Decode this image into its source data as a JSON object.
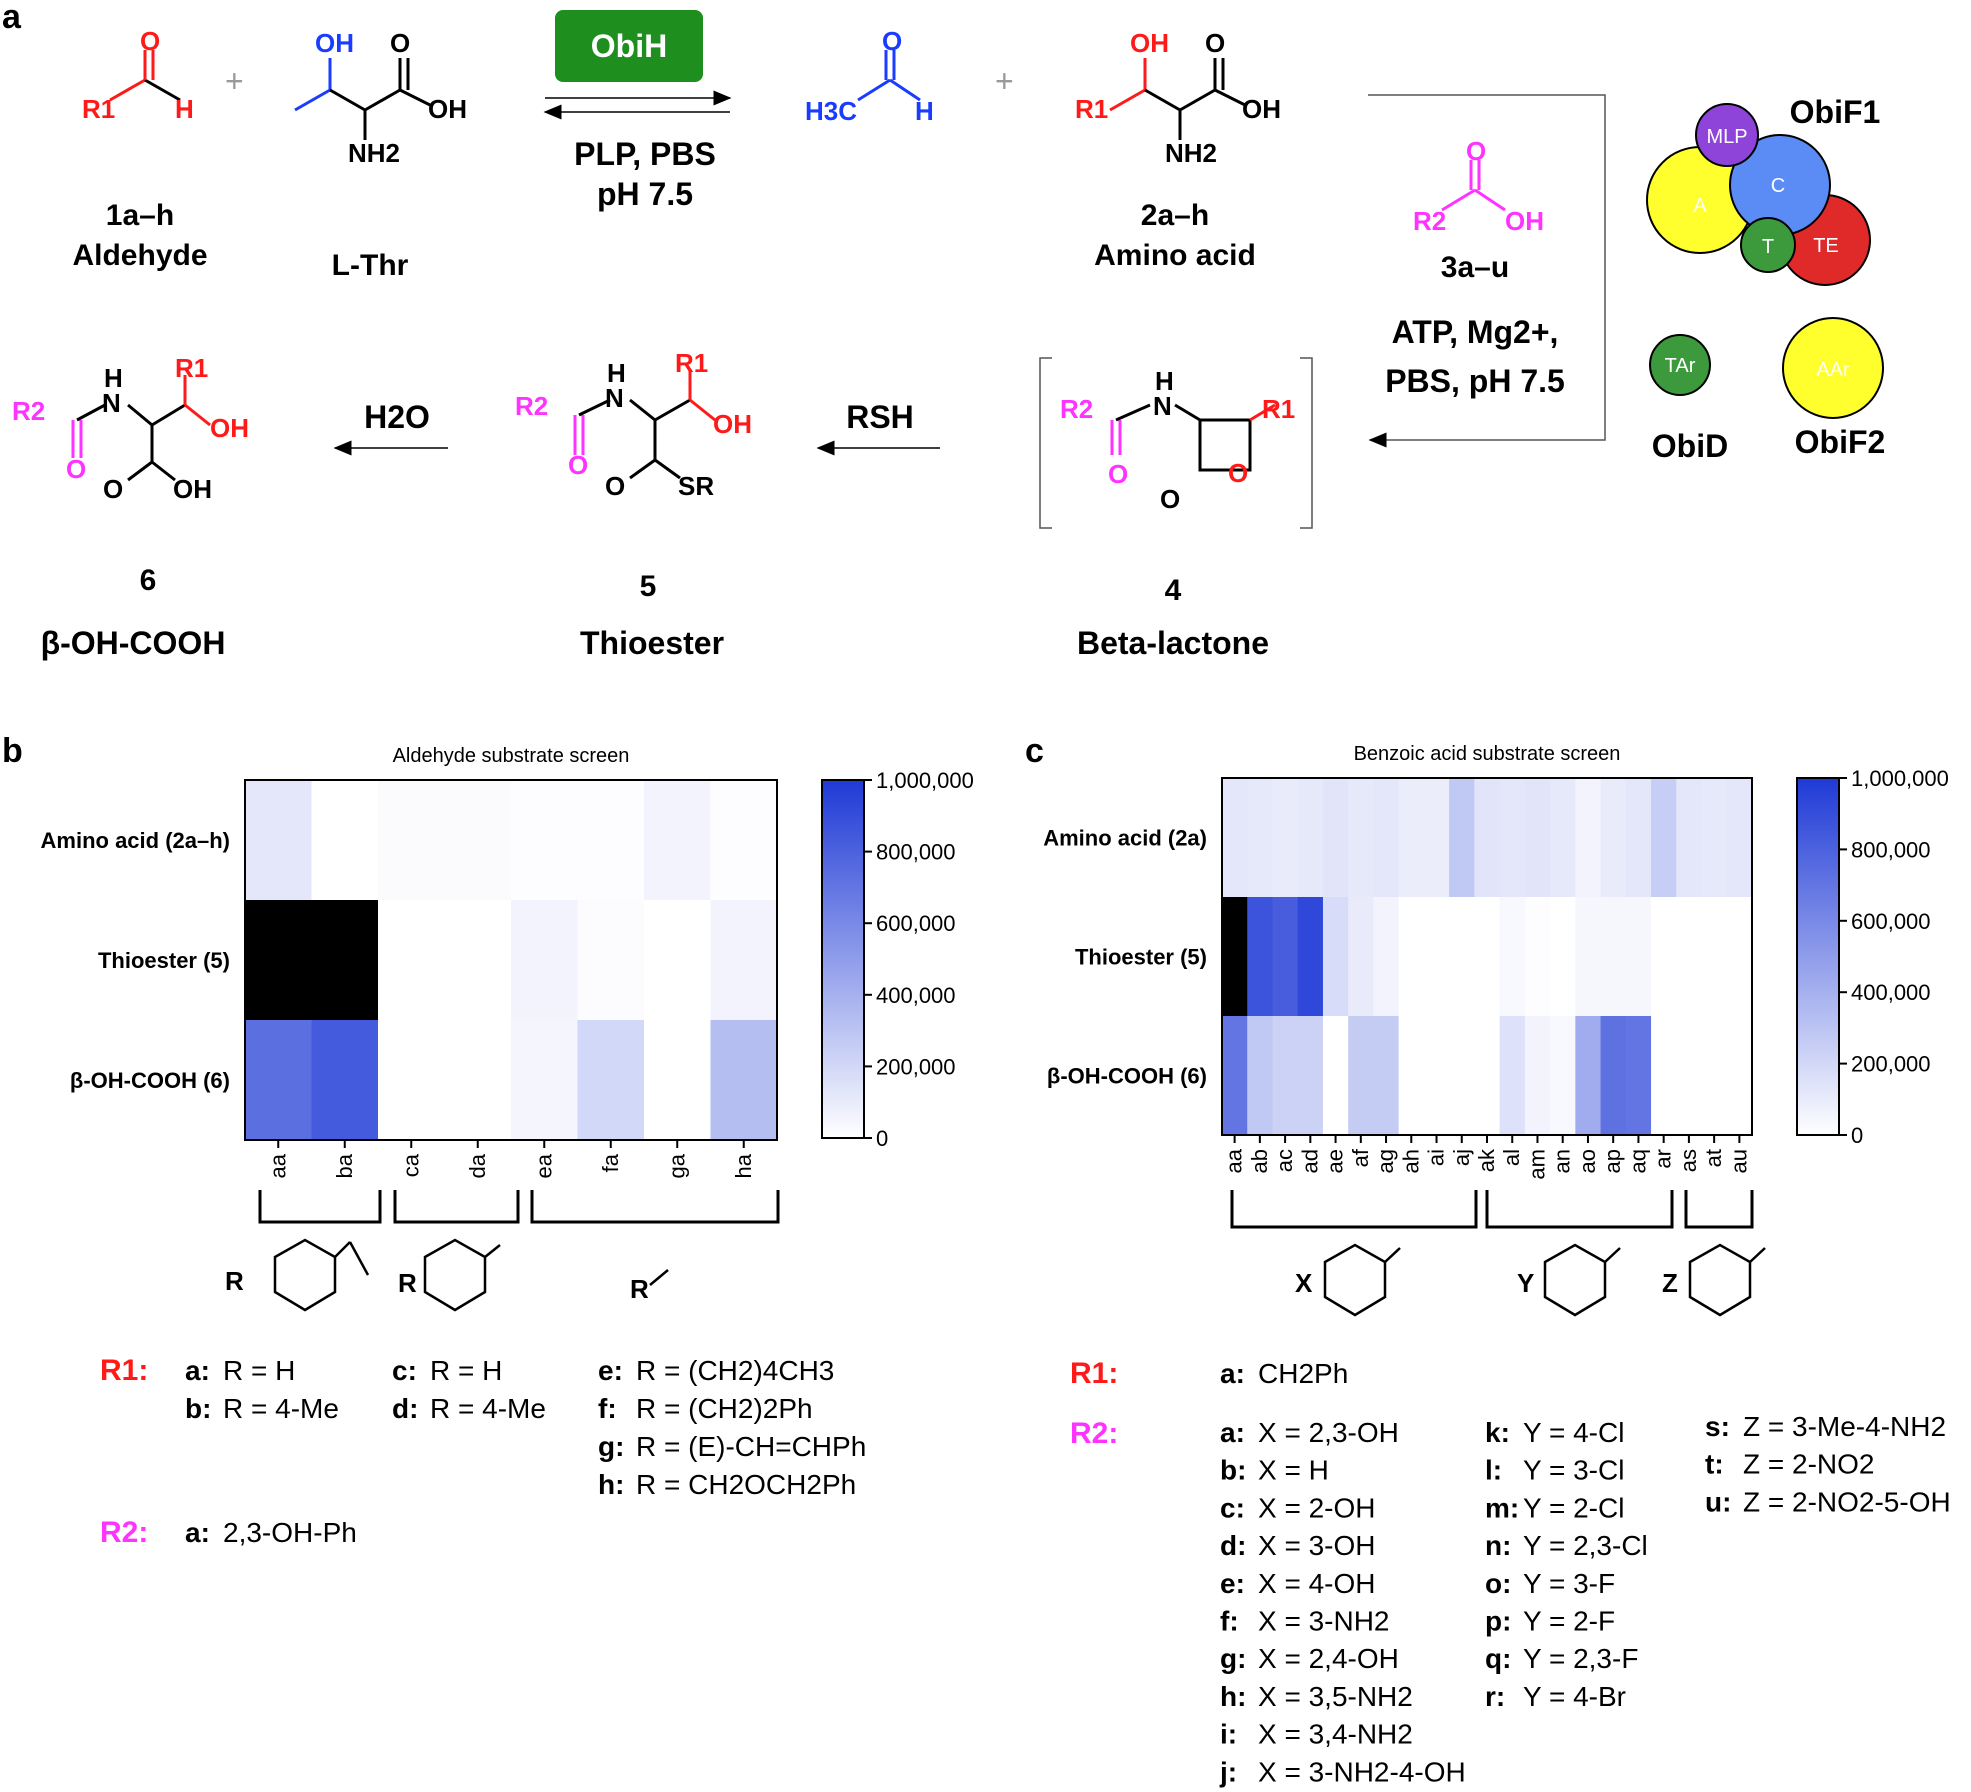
{
  "panel_a": {
    "label": "a",
    "enzyme_box": "ObiH",
    "condition_1": "PLP, PBS",
    "condition_2": "pH 7.5",
    "plus": "+",
    "compounds": {
      "aldehyde_num": "1a–h",
      "aldehyde_name": "Aldehyde",
      "thr_name": "L-Thr",
      "amino_acid_num": "2a–h",
      "amino_acid_name": "Amino acid",
      "acid_num": "3a–u",
      "lactone_num": "4",
      "lactone_name": "Beta-lactone",
      "thioester_num": "5",
      "thioester_name": "Thioester",
      "hydroxyacid_num": "6",
      "hydroxyacid_name": "β-OH-COOH"
    },
    "atp_condition_1": "ATP, Mg2+,",
    "atp_condition_2": "PBS, pH 7.5",
    "rsh": "RSH",
    "water": "H2O",
    "atoms": {
      "O": "O",
      "H": "H",
      "OH": "OH",
      "NH2": "NH2",
      "NH": "H",
      "N": "N",
      "R1": "R1",
      "R2": "R2",
      "SR": "SR",
      "H3C": "H3C"
    },
    "domains": {
      "obif1_label": "ObiF1",
      "mlp": "MLP",
      "c": "C",
      "a": "A",
      "t": "T",
      "te": "TE",
      "obid_label": "ObiD",
      "obid_domain": "TAr",
      "obif2_label": "ObiF2",
      "obif2_domain": "AAr"
    },
    "colors": {
      "red": "#ff1a1a",
      "blue": "#1a3cff",
      "magenta": "#ff33ff",
      "green": "#1e8f1e",
      "purple": "#8e44d8",
      "lightblue": "#5b8cf5",
      "yellow": "#ffff2e",
      "darkred": "#e02a2a"
    }
  },
  "panel_b": {
    "label": "b",
    "legend_r1": "R1:",
    "legend_r2": "R2:",
    "r1_items": [
      {
        "k": "a:",
        "v": "R = H"
      },
      {
        "k": "b:",
        "v": "R = 4-Me"
      },
      {
        "k": "c:",
        "v": "R = H"
      },
      {
        "k": "d:",
        "v": "R = 4-Me"
      },
      {
        "k": "e:",
        "v": "R = (CH2)4CH3"
      },
      {
        "k": "f:",
        "v": "R = (CH2)2Ph"
      },
      {
        "k": "g:",
        "v": "R = (E)-CH=CHPh"
      },
      {
        "k": "h:",
        "v": "R = CH2OCH2Ph"
      }
    ],
    "r2_items": [
      {
        "k": "a:",
        "v": "2,3-OH-Ph"
      }
    ],
    "struct_labels": {
      "r": "R"
    }
  },
  "panel_c": {
    "label": "c",
    "legend_r1": "R1:",
    "legend_r2": "R2:",
    "r1_items": [
      {
        "k": "a:",
        "v": "CH2Ph"
      }
    ],
    "r2_col1": [
      {
        "k": "a:",
        "v": "X = 2,3-OH"
      },
      {
        "k": "b:",
        "v": "X = H"
      },
      {
        "k": "c:",
        "v": "X = 2-OH"
      },
      {
        "k": "d:",
        "v": "X = 3-OH"
      },
      {
        "k": "e:",
        "v": "X = 4-OH"
      },
      {
        "k": "f:",
        "v": "X = 3-NH2"
      },
      {
        "k": "g:",
        "v": "X = 2,4-OH"
      },
      {
        "k": "h:",
        "v": "X = 3,5-NH2"
      },
      {
        "k": "i:",
        "v": "X = 3,4-NH2"
      },
      {
        "k": "j:",
        "v": "X = 3-NH2-4-OH"
      }
    ],
    "r2_col2": [
      {
        "k": "k:",
        "v": "Y = 4-Cl"
      },
      {
        "k": "l:",
        "v": "Y = 3-Cl"
      },
      {
        "k": "m:",
        "v": "Y = 2-Cl"
      },
      {
        "k": "n:",
        "v": "Y = 2,3-Cl"
      },
      {
        "k": "o:",
        "v": "Y = 3-F"
      },
      {
        "k": "p:",
        "v": "Y = 2-F"
      },
      {
        "k": "q:",
        "v": "Y = 2,3-F"
      },
      {
        "k": "r:",
        "v": "Y = 4-Br"
      }
    ],
    "r2_col3": [
      {
        "k": "s:",
        "v": "Z = 3-Me-4-NH2"
      },
      {
        "k": "t:",
        "v": "Z = 2-NO2"
      },
      {
        "k": "u:",
        "v": "Z = 2-NO2-5-OH"
      }
    ],
    "struct_labels": {
      "x": "X",
      "y": "Y",
      "z": "Z"
    }
  },
  "chart_data": [
    {
      "type": "heatmap",
      "title": "Aldehyde substrate screen",
      "rows": [
        "Amino acid (2a–h)",
        "Thioester (5)",
        "β-OH-COOH (6)"
      ],
      "columns": [
        "aa",
        "ba",
        "ca",
        "da",
        "ea",
        "fa",
        "ga",
        "ha"
      ],
      "values": [
        [
          120000,
          0,
          20000,
          20000,
          10000,
          10000,
          60000,
          10000
        ],
        [
          null,
          null,
          0,
          0,
          60000,
          15000,
          0,
          60000
        ],
        [
          730000,
          830000,
          0,
          0,
          50000,
          200000,
          0,
          330000
        ]
      ],
      "saturated_cells": [
        [
          1,
          0
        ],
        [
          1,
          1
        ]
      ],
      "colorbar": {
        "min": 0,
        "max": 1000000,
        "ticks": [
          "0",
          "200,000",
          "400,000",
          "600,000",
          "800,000",
          "1,000,000"
        ]
      },
      "low_color": "#ffffff",
      "high_color": "#1f3ad6"
    },
    {
      "type": "heatmap",
      "title": "Benzoic acid substrate screen",
      "rows": [
        "Amino acid (2a)",
        "Thioester (5)",
        "β-OH-COOH (6)"
      ],
      "columns": [
        "aa",
        "ab",
        "ac",
        "ad",
        "ae",
        "af",
        "ag",
        "ah",
        "ai",
        "aj",
        "ak",
        "al",
        "am",
        "an",
        "ao",
        "ap",
        "aq",
        "ar",
        "as",
        "at",
        "au"
      ],
      "values": [
        [
          120000,
          110000,
          100000,
          110000,
          130000,
          110000,
          120000,
          90000,
          90000,
          280000,
          130000,
          120000,
          130000,
          110000,
          60000,
          100000,
          120000,
          250000,
          120000,
          110000,
          120000
        ],
        [
          null,
          870000,
          820000,
          930000,
          180000,
          100000,
          60000,
          0,
          0,
          0,
          0,
          30000,
          10000,
          0,
          40000,
          40000,
          40000,
          0,
          0,
          0,
          0
        ],
        [
          700000,
          280000,
          230000,
          230000,
          0,
          260000,
          260000,
          0,
          0,
          0,
          0,
          150000,
          60000,
          30000,
          420000,
          720000,
          700000,
          0,
          0,
          0,
          0
        ]
      ],
      "saturated_cells": [
        [
          1,
          0
        ]
      ],
      "colorbar": {
        "min": 0,
        "max": 1000000,
        "ticks": [
          "0",
          "200,000",
          "400,000",
          "600,000",
          "800,000",
          "1,000,000"
        ]
      },
      "low_color": "#ffffff",
      "high_color": "#1f3ad6"
    }
  ]
}
